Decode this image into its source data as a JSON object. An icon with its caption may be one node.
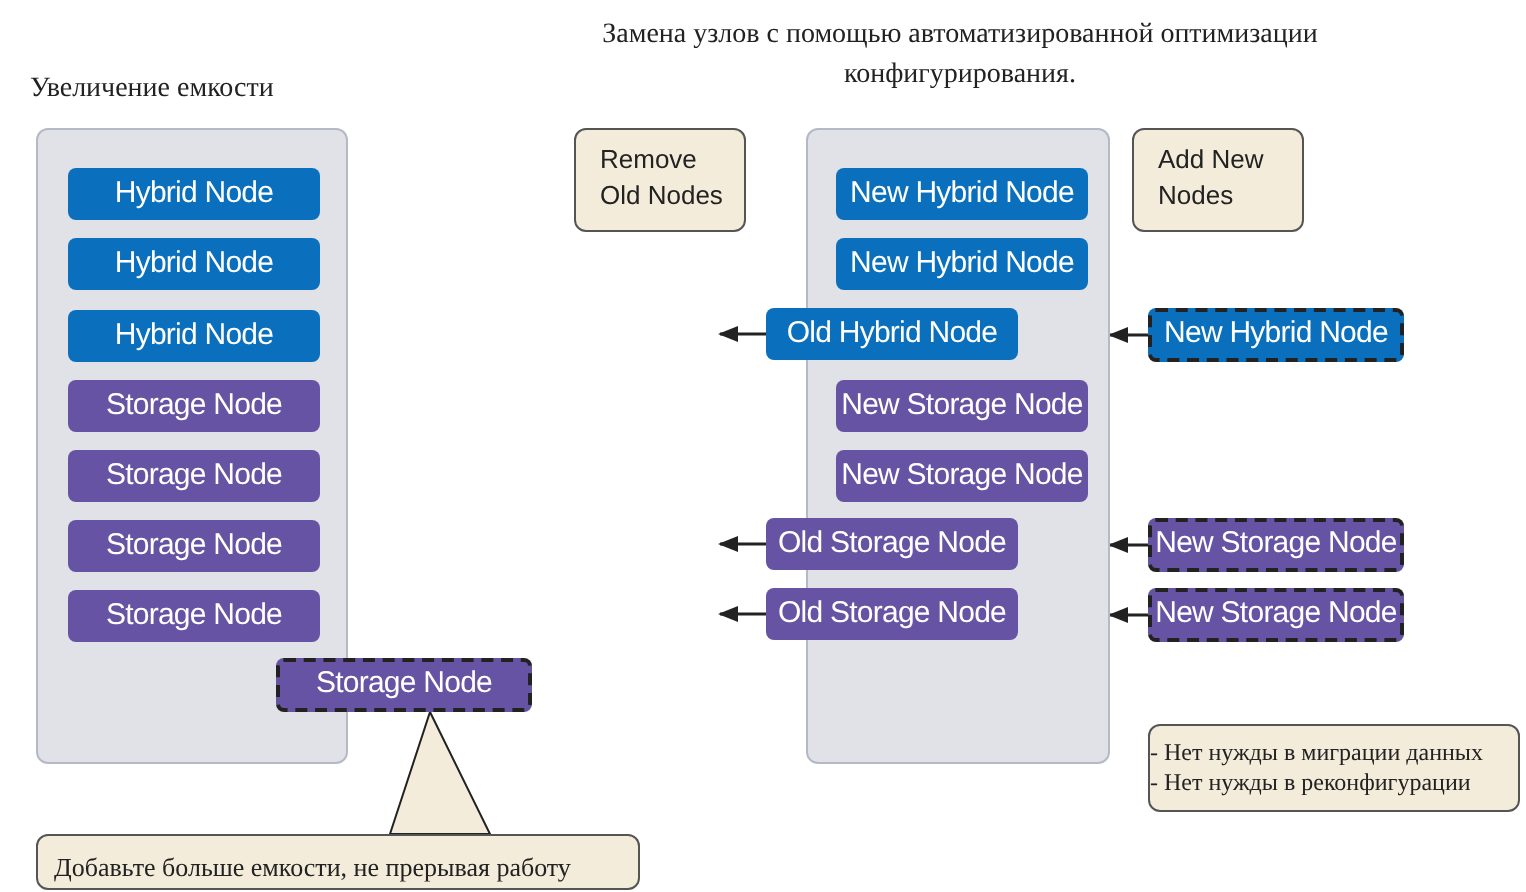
{
  "diagram": {
    "nodes": [
      {
        "text": [],
        "shape": "box"
      },
      {
        "text": [
          "Hybrid Node"
        ],
        "in": 0
      },
      {
        "text": [
          "Hybrid Node"
        ],
        "in": 0
      },
      {
        "text": [
          "Hybrid Node"
        ],
        "in": 0
      },
      {
        "text": [
          "Storage Node"
        ],
        "in": 0
      },
      {
        "text": [
          "Storage Node"
        ],
        "in": 0
      },
      {
        "text": [
          "Storage Node"
        ],
        "in": 0
      },
      {
        "text": [
          "Storage Node"
        ],
        "in": 0
      },
      {
        "text": [
          "Storage Node"
        ]
      },
      {
        "text": [
          "Добавьте больше емкости, не прерывая работу"
        ]
      },
      {
        "text": [
          "Remove Old Nodes"
        ]
      },
      {
        "text": [],
        "shape": "box"
      },
      {
        "text": [
          "New Hybrid Node"
        ],
        "in": 11
      },
      {
        "text": [
          "New Hybrid Node"
        ],
        "in": 11
      },
      {
        "text": [
          "Old Hybrid Node"
        ]
      },
      {
        "text": [
          "New Storage Node"
        ],
        "in": 11
      },
      {
        "text": [
          "New Storage Node"
        ],
        "in": 11
      },
      {
        "text": [
          "Old Storage Node"
        ]
      },
      {
        "text": [
          "Old Storage Node"
        ]
      },
      {
        "text": [
          "Add New Nodes"
        ]
      },
      {
        "text": [
          "New Hybrid Node"
        ]
      },
      {
        "text": [
          "New Storage Node"
        ]
      },
      {
        "text": [
          "New Storage Node"
        ]
      },
      {
        "text": [
          "- Нет нужды в миграции данных",
          "- Нет нужды в реконфигурации"
        ]
      }
    ],
    "edges": [
      {
        "from": 9,
        "to": 8,
        "arrow": "to"
      },
      {
        "from": 14,
        "to": null,
        "arrow": "to"
      },
      {
        "from": 17,
        "to": null,
        "arrow": "to"
      },
      {
        "from": 18,
        "to": null,
        "arrow": "to"
      },
      {
        "from": 20,
        "to": 11,
        "arrow": "to"
      },
      {
        "from": 21,
        "to": 11,
        "arrow": "to"
      },
      {
        "from": 22,
        "to": 11,
        "arrow": "to"
      }
    ],
    "labels": [
      "Увеличение емкости",
      "Замена узлов с помощью автоматизированной оптимизации конфигурирования."
    ]
  }
}
